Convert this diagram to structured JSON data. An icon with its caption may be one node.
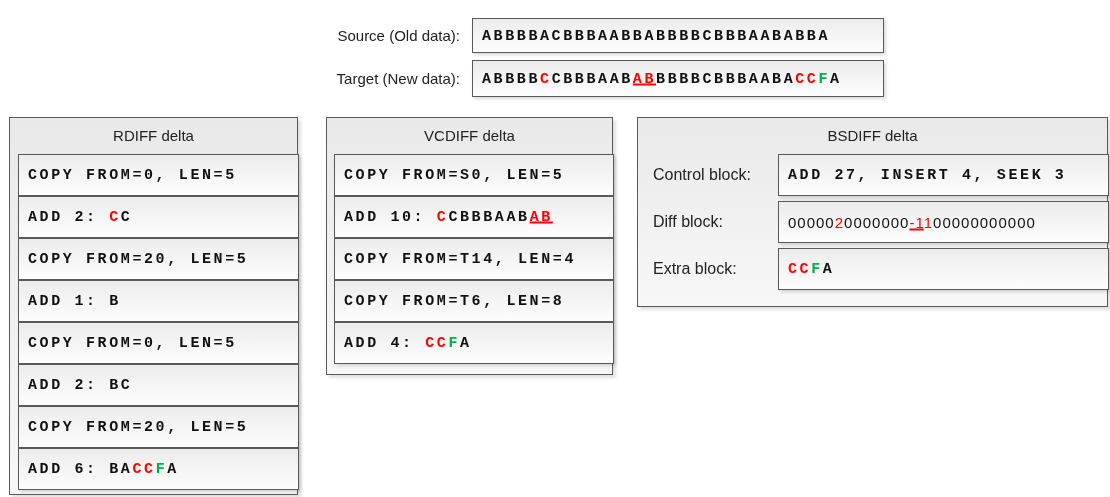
{
  "diagram": {
    "nodes": [
      {
        "text": [
          "ABBBBACBBBAABBABBBBCBBBAABABBA"
        ],
        "beside": [
          "Source (Old data):"
        ]
      },
      {
        "text": [
          "ABBBBCCBBBAABABBBBBCBBBAABACCFA"
        ],
        "beside": [
          "Target (New data):"
        ]
      },
      {
        "text": [
          "RDIFF delta"
        ]
      },
      {
        "text": [
          "COPY FROM=0, LEN=5"
        ],
        "in": 2
      },
      {
        "text": [
          "ADD 2: CC"
        ],
        "in": 2
      },
      {
        "text": [
          "COPY FROM=20, LEN=5"
        ],
        "in": 2
      },
      {
        "text": [
          "ADD 1: B"
        ],
        "in": 2
      },
      {
        "text": [
          "COPY FROM=0, LEN=5"
        ],
        "in": 2
      },
      {
        "text": [
          "ADD 2: BC"
        ],
        "in": 2
      },
      {
        "text": [
          "COPY FROM=20, LEN=5"
        ],
        "in": 2
      },
      {
        "text": [
          "ADD 6: BACCFA"
        ],
        "in": 2
      },
      {
        "text": [
          "VCDIFF delta"
        ]
      },
      {
        "text": [
          "COPY FROM=S0, LEN=5"
        ],
        "in": 11
      },
      {
        "text": [
          "ADD 10: CCBBBAABAB"
        ],
        "in": 11
      },
      {
        "text": [
          "COPY FROM=T14, LEN=4"
        ],
        "in": 11
      },
      {
        "text": [
          "COPY FROM=T6, LEN=8"
        ],
        "in": 11
      },
      {
        "text": [
          "ADD 4: CCFA"
        ],
        "in": 11
      },
      {
        "text": [
          "BSDIFF delta"
        ]
      },
      {
        "text": [
          "ADD 27, INSERT 4, SEEK 3"
        ],
        "in": 17,
        "beside": [
          "Control block:"
        ]
      },
      {
        "text": [
          "0000020000000-1100000000000"
        ],
        "in": 17,
        "beside": [
          "Diff block:"
        ]
      },
      {
        "text": [
          "CCFA"
        ],
        "in": 17,
        "beside": [
          "Extra block:"
        ]
      }
    ]
  }
}
